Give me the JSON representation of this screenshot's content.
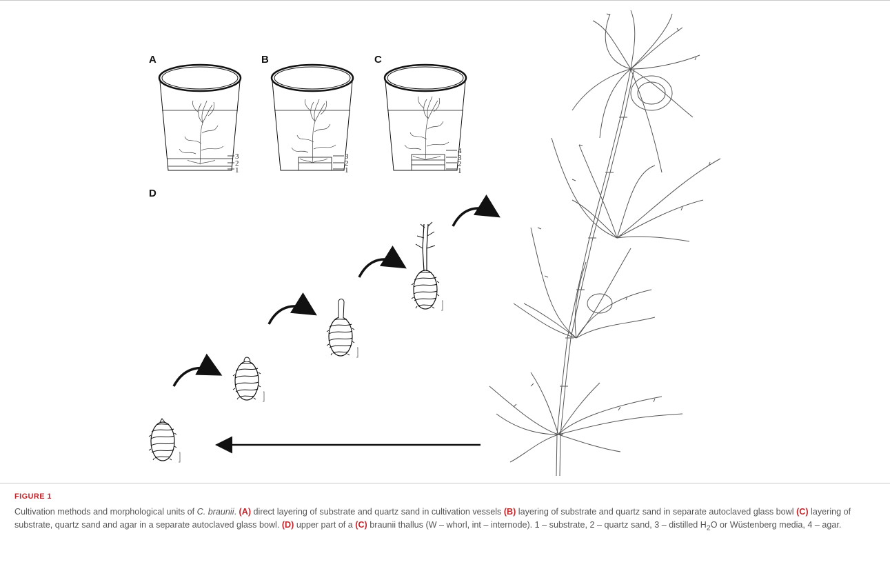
{
  "panels": {
    "a": "A",
    "b": "B",
    "c": "C",
    "d": "D"
  },
  "vessel_layers": {
    "a": [
      "3",
      "2",
      "1"
    ],
    "b": [
      "3",
      "2",
      "1"
    ],
    "c": [
      "4",
      "3",
      "2",
      "1"
    ]
  },
  "figure": {
    "label": "FIGURE 1",
    "caption_parts": {
      "intro": "Cultivation methods and morphological units of ",
      "species": "C. braunii",
      "intro_end": ". ",
      "a_tag": "(A)",
      "a_text": " direct layering of substrate and quartz sand in cultivation vessels ",
      "b_tag": "(B)",
      "b_text": " layering of substrate and quartz sand in separate autoclaved glass bowl ",
      "c_tag": "(C)",
      "c_text": " layering of substrate, quartz sand and agar in a separate autoclaved glass bowl. ",
      "d_tag": "(D)",
      "d_text1": " upper part of a ",
      "d_c_tag": "(C)",
      "d_text2": " braunii thallus (W – whorl, int – internode). 1 – substrate, 2 – quartz sand, 3 – distilled H",
      "sub2": "2",
      "d_text3": "O or Wüstenberg media, 4 – agar."
    }
  }
}
